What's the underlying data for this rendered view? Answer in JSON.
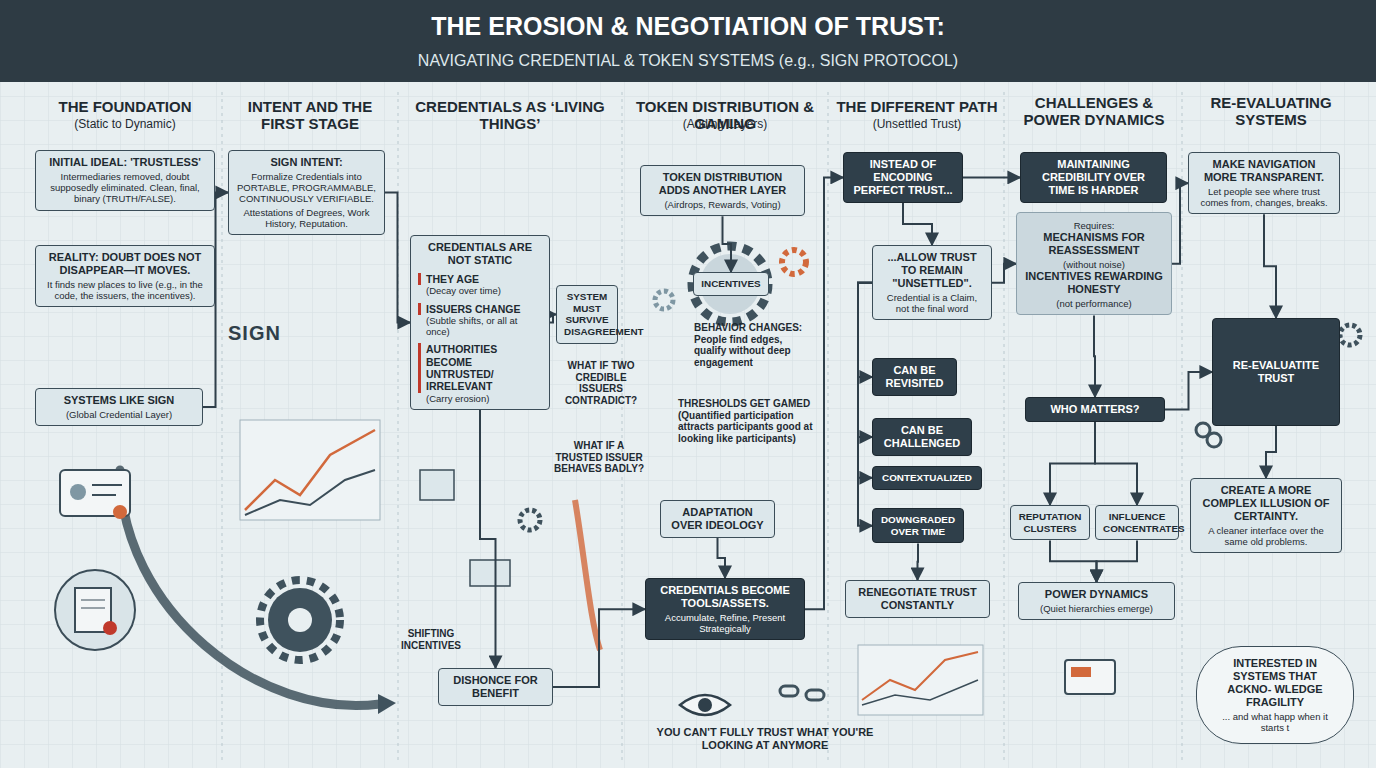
{
  "diagram": {
    "title": "THE EROSION & NEGOTIATION OF TRUST:",
    "nodes": [
      {
        "text": [
          "INITIAL IDEAL: 'TRUSTLESS'",
          "Intermediaries removed, doubt supposedly eliminated. Clean, final, binary (TRUTH/FALSE)."
        ]
      },
      {
        "text": [
          "REALITY: DOUBT DOES NOT DISAPPEAR—IT MOVES.",
          "It finds new places to live (e.g., in the code, the issuers, the incentives)."
        ]
      },
      {
        "text": [
          "SYSTEMS LIKE SIGN",
          "(Global Credential Layer)"
        ]
      },
      {
        "text": [
          "SIGN INTENT:",
          "Formalize Credentials into PORTABLE, PROGRAMMABLE, CONTINUOUSLY VERIFIABLE.",
          "Attestations of Degrees, Work History, Reputation."
        ]
      },
      {
        "text": [
          "CREDENTIALS ARE NOT STATIC",
          "THEY AGE",
          "(Decay over time)",
          "ISSUERS CHANGE",
          "(Subtle shifts, or all at once)",
          "AUTHORITIES BECOME UNTRUSTED/ IRRELEVANT",
          "(Carry erosion)"
        ]
      },
      {
        "text": [
          "SYSTEM MUST SURVIVE DISAGREEMENT"
        ]
      },
      {
        "text": [
          "TOKEN DISTRIBUTION ADDS ANOTHER LAYER",
          "(Airdrops, Rewards, Voting)"
        ]
      },
      {
        "text": [
          "INCENTIVES"
        ]
      },
      {
        "text": [
          "ADAPTATION OVER IDEOLOGY"
        ]
      },
      {
        "text": [
          "CREDENTIALS BECOME TOOLS/ASSETS.",
          "Accumulate, Refine, Present Strategically"
        ]
      },
      {
        "text": [
          "DISHONCE FOR BENEFIT"
        ]
      },
      {
        "text": [
          "INSTEAD OF ENCODING PERFECT TRUST..."
        ]
      },
      {
        "text": [
          "...ALLOW TRUST TO REMAIN \"UNSETTLED\".",
          "Credential is a Claim, not the final word"
        ]
      },
      {
        "text": [
          "CAN BE REVISITED"
        ]
      },
      {
        "text": [
          "CAN BE CHALLENGED"
        ]
      },
      {
        "text": [
          "CONTEXTUALIZED"
        ]
      },
      {
        "text": [
          "DOWNGRADED OVER TIME"
        ]
      },
      {
        "text": [
          "RENEGOTIATE TRUST CONSTANTLY"
        ]
      },
      {
        "text": [
          "MAINTAINING CREDIBILITY OVER TIME IS HARDER"
        ]
      },
      {
        "text": [
          "Requires:",
          "MECHANISMS FOR REASSESSMENT",
          "(without noise)",
          "INCENTIVES REWARDING HONESTY",
          "(not performance)"
        ]
      },
      {
        "text": [
          "WHO MATTERS?"
        ]
      },
      {
        "text": [
          "REPUTATION CLUSTERS"
        ]
      },
      {
        "text": [
          "INFLUENCE CONCENTRATES"
        ]
      },
      {
        "text": [
          "POWER DYNAMICS",
          "(Quiet hierarchies emerge)"
        ]
      },
      {
        "text": [
          "MAKE NAVIGATION MORE TRANSPARENT.",
          "Let people see where trust comes from, changes, breaks."
        ]
      },
      {
        "text": [
          "RE-EVALUATITE TRUST"
        ]
      },
      {
        "text": [
          "CREATE A MORE COMPLEX ILLUSION OF CERTAINTY.",
          "A cleaner interface over the same old problems."
        ]
      },
      {
        "text": [
          "INTERESTED IN SYSTEMS THAT ACKNO- WLEDGE FRAGILITY",
          "... and what happ when it starts t"
        ]
      }
    ],
    "edges": [
      {
        "from": 2,
        "to": 3,
        "arrow": "to"
      },
      {
        "from": 3,
        "to": 4,
        "arrow": "to"
      },
      {
        "from": 4,
        "to": 5,
        "arrow": "to"
      },
      {
        "from": 4,
        "to": 10,
        "arrow": "to"
      },
      {
        "from": 10,
        "to": 9,
        "arrow": "to"
      },
      {
        "from": 9,
        "to": 11,
        "arrow": "to"
      },
      {
        "from": 11,
        "to": 12,
        "arrow": "to"
      },
      {
        "from": 12,
        "to": 13,
        "arrow": "to"
      },
      {
        "from": 12,
        "to": 14,
        "arrow": "to"
      },
      {
        "from": 12,
        "to": 15,
        "arrow": "to"
      },
      {
        "from": 12,
        "to": 16,
        "arrow": "to"
      },
      {
        "from": 16,
        "to": 17,
        "arrow": "to"
      },
      {
        "from": 11,
        "to": 18,
        "arrow": "to"
      },
      {
        "from": 12,
        "to": 19,
        "arrow": "to"
      },
      {
        "from": 19,
        "to": 20,
        "arrow": "to"
      },
      {
        "from": 20,
        "to": 21,
        "arrow": "to"
      },
      {
        "from": 20,
        "to": 22,
        "arrow": "to"
      },
      {
        "from": 21,
        "to": 23,
        "arrow": "to"
      },
      {
        "from": 22,
        "to": 23,
        "arrow": "to"
      },
      {
        "from": 20,
        "to": 25,
        "arrow": "to"
      },
      {
        "from": 24,
        "to": 25,
        "arrow": "to"
      },
      {
        "from": 25,
        "to": 26,
        "arrow": "to"
      },
      {
        "from": 19,
        "to": 24,
        "arrow": "to"
      },
      {
        "from": 6,
        "to": 7,
        "arrow": "to"
      },
      {
        "from": 8,
        "to": 9,
        "arrow": "to"
      }
    ],
    "labels": [
      "NAVIGATING CREDENTIAL & TOKEN SYSTEMS (e.g., SIGN PROTOCOL)",
      "THE FOUNDATION",
      "(Static to Dynamic)",
      "INTENT AND THE FIRST STAGE",
      "CREDENTIALS AS ‘LIVING THINGS’",
      "TOKEN DISTRIBUTION & GAMING",
      "(Adding Layers)",
      "THE DIFFERENT PATH",
      "(Unsettled Trust)",
      "CHALLENGES & POWER DYNAMICS",
      "RE-EVALUATING SYSTEMS",
      "SIGN",
      "WHAT IF TWO CREDIBLE ISSUERS CONTRADICT?",
      "BEHAVIOR CHANGES: People find edges, qualify without deep engagement",
      "THRESHOLDS GET GAMED (Quantified participation attracts participants good at looking like participants)",
      "WHAT IF A TRUSTED ISSUER BEHAVES BADLY?",
      "SHIFTING INCENTIVES",
      "YOU CAN'T FULLY TRUST WHAT YOU'RE LOOKING AT ANYMORE"
    ]
  }
}
